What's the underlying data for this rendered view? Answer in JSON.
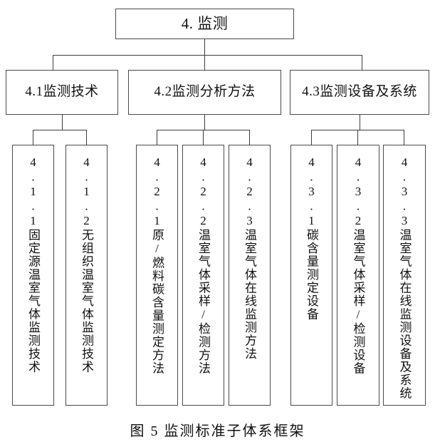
{
  "figure": {
    "caption": "图 5 监测标准子体系框架",
    "line_color": "#3c3c3c",
    "box_border_color": "#4a4a4a",
    "background": "#ffffff"
  },
  "tree": {
    "root": {
      "label": "4. 监测"
    },
    "level2": [
      {
        "label": "4.1监测技术"
      },
      {
        "label": "4.2监测分析方法"
      },
      {
        "label": "4.3监测设备及系统"
      }
    ],
    "leaves": [
      {
        "label": "4.1.1固定源温室气体监测技术"
      },
      {
        "label": "4.1.2无组织温室气体监测技术"
      },
      {
        "label": "4.2.1原/燃料碳含量测定方法"
      },
      {
        "label": "4.2.2温室气体采样/检测方法"
      },
      {
        "label": "4.2.3温室气体在线监测方法"
      },
      {
        "label": "4.3.1碳含量测定设备"
      },
      {
        "label": "4.3.2温室气体采样/检测设备"
      },
      {
        "label": "4.3.3温室气体在线监测设备及系统"
      }
    ]
  }
}
